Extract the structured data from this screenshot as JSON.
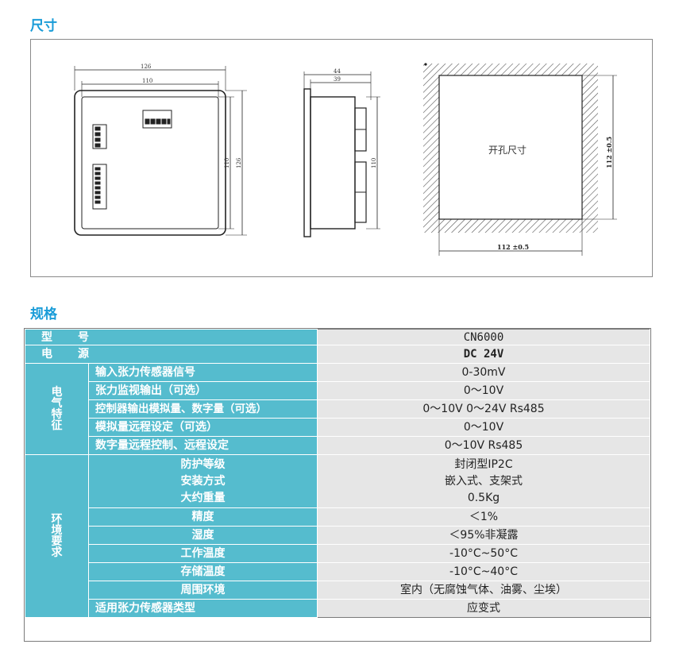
{
  "titles": {
    "dimensions": "尺寸",
    "specs": "规格"
  },
  "drawing": {
    "front": {
      "width_outer": "126",
      "width_inner": "110",
      "height_inner": "110",
      "height_outer": "126"
    },
    "side": {
      "depth_outer": "44",
      "depth_inner": "39",
      "height": "110"
    },
    "cutout": {
      "label": "开孔尺寸",
      "width": "112 ±0.5",
      "height": "112 ±0.5"
    }
  },
  "specs": {
    "model_label_1": "型",
    "model_label_2": "号",
    "model_value": "CN6000",
    "power_label_1": "电",
    "power_label_2": "源",
    "power_value": "DC 24V",
    "electrical_category": [
      "电",
      "气",
      "特",
      "征"
    ],
    "environment_category": [
      "环",
      "境",
      "要",
      "求"
    ],
    "rows": [
      {
        "label": "输入张力传感器信号",
        "value": "0-30mV"
      },
      {
        "label": "张力监视输出（可选）",
        "value": "0～10V"
      },
      {
        "label": "控制器输出模拟量、数字量（可选）",
        "value": "0～10V  0～24V Rs485"
      },
      {
        "label": "模拟量远程设定（可选）",
        "value": "0～10V"
      },
      {
        "label": "数字量远程控制、远程设定",
        "value": "0～10V Rs485"
      },
      {
        "label": "防护等级",
        "value": "封闭型IP2C"
      },
      {
        "label": "安装方式",
        "value": "嵌入式、支架式"
      },
      {
        "label": "大约重量",
        "value": "0.5Kg"
      },
      {
        "label": "精度",
        "value": "＜1%"
      },
      {
        "label": "湿度",
        "value": "＜95%非凝露"
      },
      {
        "label": "工作温度",
        "value": "-10°C~50°C"
      },
      {
        "label": "存储温度",
        "value": "-10°C~40°C"
      },
      {
        "label": "周围环境",
        "value": "室内（无腐蚀气体、油雾、尘埃）"
      },
      {
        "label": "适用张力传感器类型",
        "value": "应变式"
      }
    ]
  }
}
